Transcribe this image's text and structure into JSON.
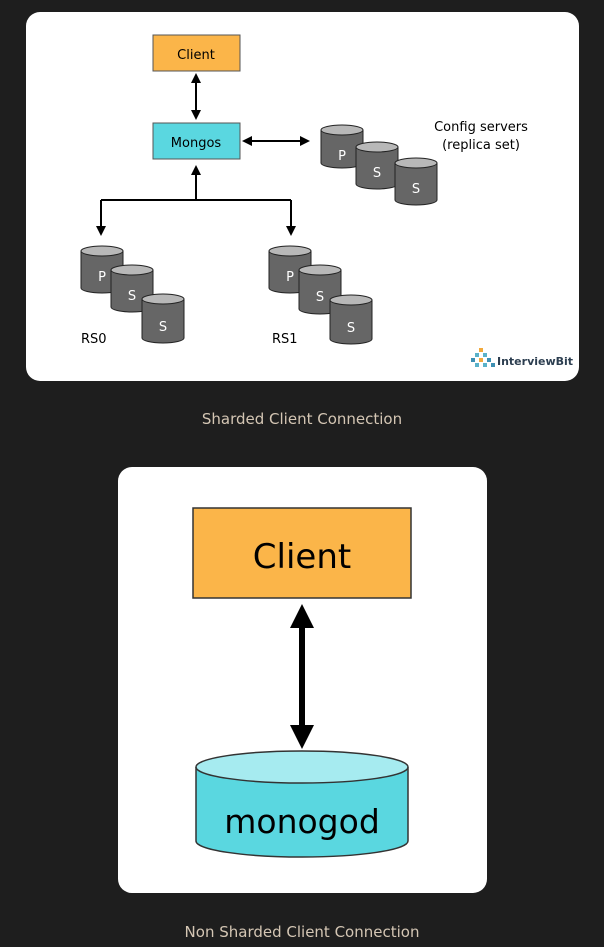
{
  "sharded": {
    "client_label": "Client",
    "mongos_label": "Mongos",
    "config_title_line1": "Config servers",
    "config_title_line2": "(replica set)",
    "primary_letter": "P",
    "secondary_letter": "S",
    "rs0_label": "RS0",
    "rs1_label": "RS1",
    "logo_text": "InterviewBit",
    "caption": "Sharded Client Connection"
  },
  "non_sharded": {
    "client_label": "Client",
    "db_label": "monogod",
    "caption": "Non Sharded Client Connection"
  },
  "colors": {
    "page_bg": "#1e1e1e",
    "card_bg": "#ffffff",
    "client_fill": "#fbb549",
    "mongos_fill": "#5ad7e0",
    "db_cyan": "#5ad7e0",
    "db_cyan_top": "#a6ebf0",
    "server_gray": "#666666",
    "server_gray_top": "#b8b8b8",
    "caption_text": "#d4c6b4"
  }
}
